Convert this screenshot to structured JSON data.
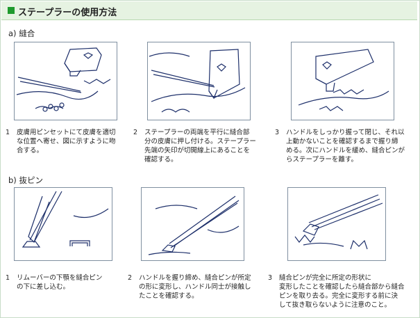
{
  "header": {
    "title": "ステープラーの使用方法"
  },
  "section_a": {
    "label": "a) 縫合",
    "steps": [
      {
        "num": "1",
        "lines": [
          "皮膚用ピンセットにて皮膚を適切",
          "な位置へ寄せ、図に示すように吻",
          "合する。"
        ]
      },
      {
        "num": "2",
        "lines": [
          "ステープラーの両端を平行に縫合部",
          "分の皮膚に押し付ける。ステープラー",
          "先端の矢印が切開線上にあることを",
          "確認する。"
        ]
      },
      {
        "num": "3",
        "lines": [
          "ハンドルをしっかり握って閉じ、それ以",
          "上動かないことを確認するまで握り締",
          "める。次にハンドルを緩め、縫合ピンが",
          "らステープラーを離す。"
        ]
      }
    ]
  },
  "section_b": {
    "label": "b) 抜ピン",
    "steps": [
      {
        "num": "1",
        "lines": [
          "リムーバーの下顎を縫合ピン",
          "の下に差し込む。"
        ]
      },
      {
        "num": "2",
        "lines": [
          "ハンドルを握り締め、縫合ピンが所定",
          "の形に変形し、ハンドル同士が接触し",
          "たことを確認する。"
        ]
      },
      {
        "num": "3",
        "lines": [
          "縫合ピンが完全に所定の形状に",
          "変形したことを確認したら縫合部から縫合",
          "ピンを取り去る。完全に変形する前に決",
          "して抜き取らないように注意のこと。"
        ]
      }
    ]
  }
}
